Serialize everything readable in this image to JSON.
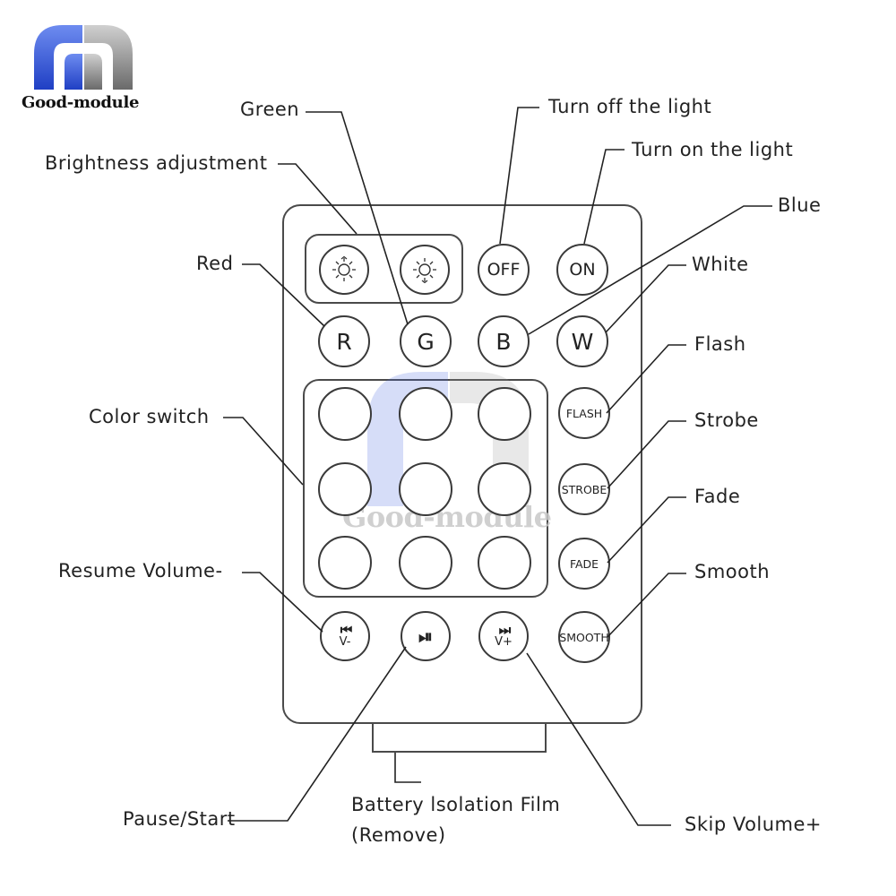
{
  "brand": {
    "name": "Good-module",
    "watermark": "Good-module",
    "colors": {
      "logo_blue": "#2a4fd6",
      "logo_gray": "#8a8a8a"
    }
  },
  "buttons": {
    "brightness_up": {
      "icon": "sun-up-icon"
    },
    "brightness_down": {
      "icon": "sun-down-icon"
    },
    "off": "OFF",
    "on": "ON",
    "r": "R",
    "g": "G",
    "b": "B",
    "w": "W",
    "flash": "FLASH",
    "strobe": "STROBE",
    "fade": "FADE",
    "smooth": "SMOOTH",
    "prev": {
      "symbol": "⏮",
      "label": "V-"
    },
    "play_pause": {
      "symbol": "⏯",
      "icon": "play-pause-icon"
    },
    "next": {
      "symbol": "⏭",
      "label": "V+"
    }
  },
  "labels": {
    "green": "Green",
    "turn_off": "Turn off the light",
    "turn_on": "Turn on the light",
    "brightness": "Brightness adjustment",
    "blue": "Blue",
    "red": "Red",
    "white": "White",
    "flash": "Flash",
    "color_switch": "Color switch",
    "strobe": "Strobe",
    "fade": "Fade",
    "resume_volume": "Resume Volume-",
    "smooth": "Smooth",
    "pause_start": "Pause/Start",
    "battery": "Battery lsolation Film\n(Remove)",
    "skip_volume": "Skip Volume+"
  }
}
